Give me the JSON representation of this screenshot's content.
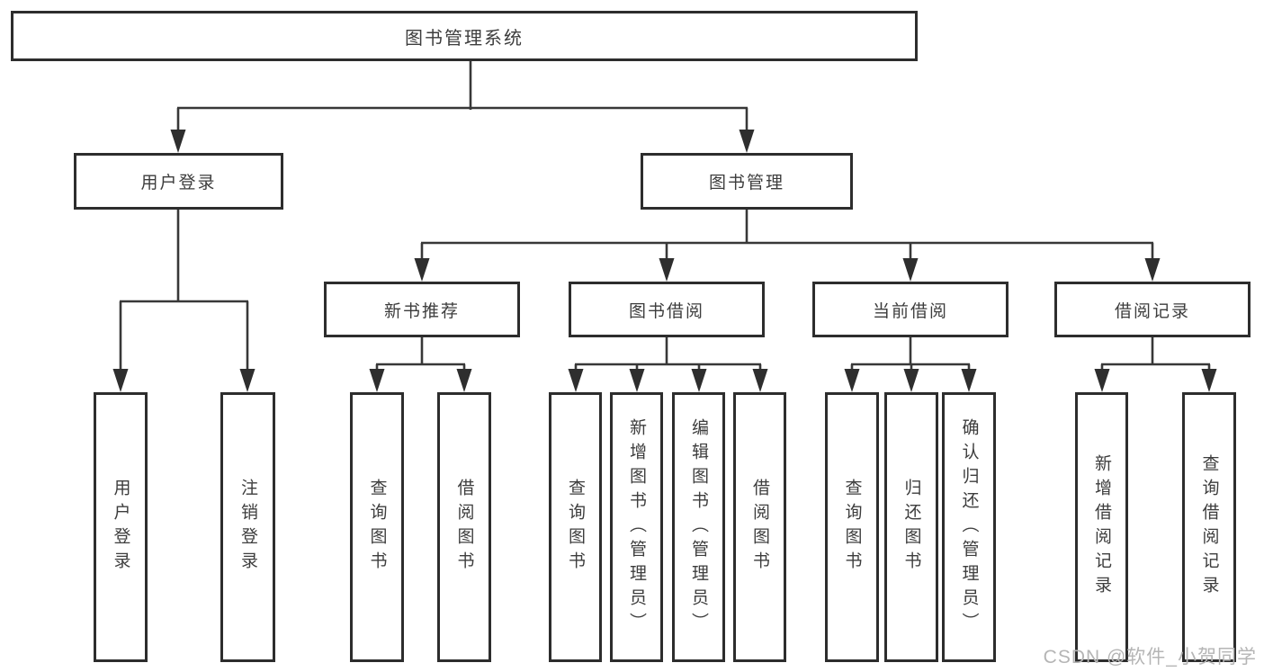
{
  "diagram": {
    "title": "图书管理系统",
    "branches": [
      {
        "label": "用户登录",
        "children": [
          {
            "label": "用户登录"
          },
          {
            "label": "注销登录"
          }
        ]
      },
      {
        "label": "图书管理",
        "children": [
          {
            "label": "新书推荐",
            "children": [
              {
                "label": "查询图书"
              },
              {
                "label": "借阅图书"
              }
            ]
          },
          {
            "label": "图书借阅",
            "children": [
              {
                "label": "查询图书"
              },
              {
                "label": "新增图书（管理员）"
              },
              {
                "label": "编辑图书（管理员）"
              },
              {
                "label": "借阅图书"
              }
            ]
          },
          {
            "label": "当前借阅",
            "children": [
              {
                "label": "查询图书"
              },
              {
                "label": "归还图书"
              },
              {
                "label": "确认归还（管理员）"
              }
            ]
          },
          {
            "label": "借阅记录",
            "children": [
              {
                "label": "新增借阅记录"
              },
              {
                "label": "查询借阅记录"
              }
            ]
          }
        ]
      }
    ]
  },
  "watermark": {
    "text": "CSDN @软件_小贺同学"
  },
  "colors": {
    "line": "#383838",
    "box_border": "#2d2d2d",
    "text": "#3d3d3d",
    "watermark": "#b5b5b5",
    "background": "#ffffff"
  }
}
